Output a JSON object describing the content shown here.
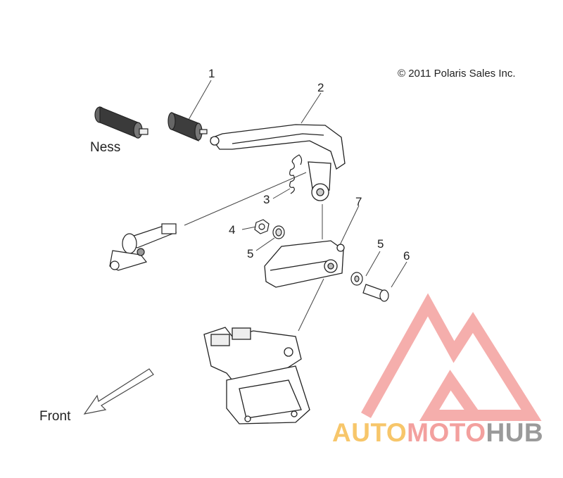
{
  "copyright": "© 2011 Polaris Sales Inc.",
  "labels": {
    "ness": "Ness",
    "front": "Front"
  },
  "callouts": [
    "1",
    "2",
    "3",
    "4",
    "5",
    "5",
    "6",
    "7"
  ],
  "watermark": {
    "part1": "AUTO",
    "part2": "MOTO",
    "part3": "HUB",
    "colors": {
      "auto": "#f7c66a",
      "moto": "#f3a09e",
      "hub": "#9a9a9a",
      "logo": "#f08a88"
    }
  }
}
